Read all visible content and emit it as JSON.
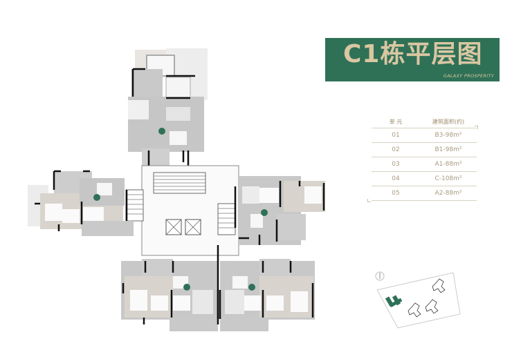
{
  "banner": {
    "title": "C1栋平层图",
    "subtitle": "GALAXY PROSPERITY"
  },
  "unit_table": {
    "headers": [
      "单 元",
      "建筑面积(约)"
    ],
    "rows": [
      {
        "unit": "01",
        "area": "B3-98m²"
      },
      {
        "unit": "02",
        "area": "B1-98m²"
      },
      {
        "unit": "03",
        "area": "A1-88m²"
      },
      {
        "unit": "04",
        "area": "C-108m²"
      },
      {
        "unit": "05",
        "area": "A2-88m²"
      }
    ]
  },
  "colors": {
    "accent": "#2f7157",
    "gold": "#d9c7a2",
    "floor": "#c9c9c9",
    "wall": "#111111"
  },
  "site_map": {
    "north_icon": "compass-north-icon"
  }
}
